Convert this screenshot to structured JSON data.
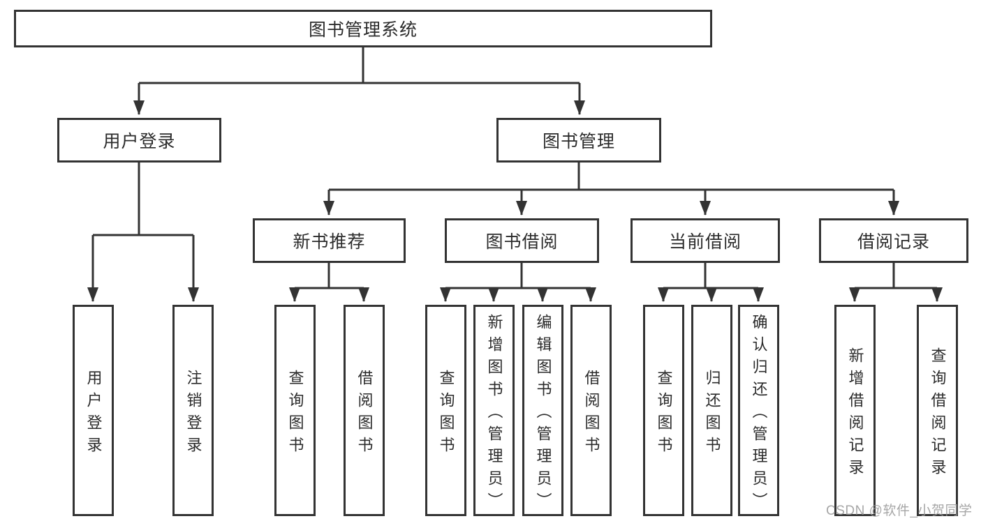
{
  "diagram": {
    "title": "图书管理系统",
    "watermark": "CSDN @软件_小贺同学",
    "colors": {
      "line": "#333333",
      "text": "#2b2b2b",
      "background": "#ffffff",
      "watermark_text": "#969696"
    },
    "nodes": {
      "root": {
        "label": "图书管理系统"
      },
      "login": {
        "label": "用户登录"
      },
      "mgmt": {
        "label": "图书管理"
      },
      "rec": {
        "label": "新书推荐"
      },
      "borrow": {
        "label": "图书借阅"
      },
      "current": {
        "label": "当前借阅"
      },
      "record": {
        "label": "借阅记录"
      },
      "login_c1": {
        "label": "用户登录"
      },
      "login_c2": {
        "label": "注销登录"
      },
      "rec_c1": {
        "label": "查询图书"
      },
      "rec_c2": {
        "label": "借阅图书"
      },
      "borrow_c1": {
        "label": "查询图书"
      },
      "borrow_c2": {
        "label": "新增图书（管理员）"
      },
      "borrow_c3": {
        "label": "编辑图书（管理员）"
      },
      "borrow_c4": {
        "label": "借阅图书"
      },
      "current_c1": {
        "label": "查询图书"
      },
      "current_c2": {
        "label": "归还图书"
      },
      "current_c3": {
        "label": "确认归还（管理员）"
      },
      "record_c1": {
        "label": "新增借阅记录"
      },
      "record_c2": {
        "label": "查询借阅记录"
      }
    },
    "hierarchy": {
      "图书管理系统": [
        "用户登录",
        "图书管理"
      ],
      "用户登录": [
        "用户登录",
        "注销登录"
      ],
      "图书管理": [
        "新书推荐",
        "图书借阅",
        "当前借阅",
        "借阅记录"
      ],
      "新书推荐": [
        "查询图书",
        "借阅图书"
      ],
      "图书借阅": [
        "查询图书",
        "新增图书（管理员）",
        "编辑图书（管理员）",
        "借阅图书"
      ],
      "当前借阅": [
        "查询图书",
        "归还图书",
        "确认归还（管理员）"
      ],
      "借阅记录": [
        "新增借阅记录",
        "查询借阅记录"
      ]
    }
  }
}
